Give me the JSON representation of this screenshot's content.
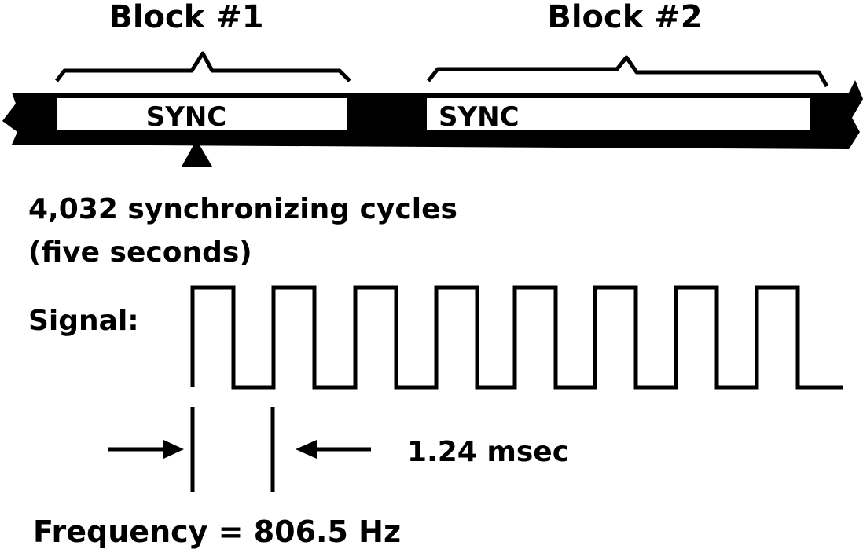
{
  "blocks": [
    {
      "title": "Block #1",
      "sync_label": "SYNC"
    },
    {
      "title": "Block #2",
      "sync_label": "SYNC"
    }
  ],
  "sync_description": {
    "line1": "4,032 synchronizing cycles",
    "line2": "(five seconds)"
  },
  "signal": {
    "label": "Signal:",
    "period_label": "1.24 msec",
    "frequency_label": "Frequency = 806.5 Hz"
  },
  "colors": {
    "ink": "#000000",
    "paper": "#ffffff"
  }
}
